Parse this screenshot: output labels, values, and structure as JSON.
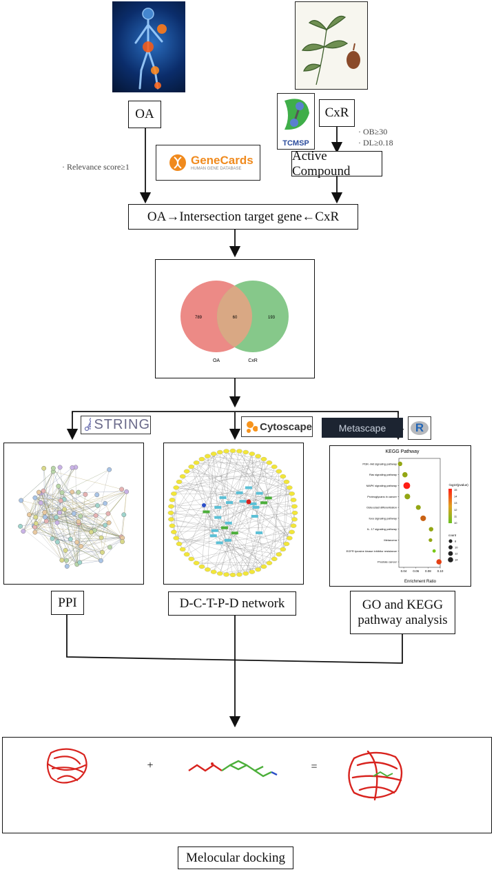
{
  "top": {
    "oa_label": "OA",
    "cxr_label": "CxR",
    "active_compound_label": "Active Compound",
    "relevance_note": "· Relevance score≥1",
    "ob_note": "· OB≥30",
    "dl_note": "· DL≥0.18",
    "intersection_label": "OA→Intersection target gene←CxR"
  },
  "logos": {
    "genecards_title": "GeneCards",
    "genecards_sub": "HUMAN GENE DATABASE",
    "tcmsp": "TCMSP",
    "string": "STRING",
    "cytoscape": "Cytoscape",
    "metascape": "Metascape",
    "r": "R"
  },
  "venn": {
    "left_count": "789",
    "overlap_count": "60",
    "right_count": "193",
    "left_label": "OA",
    "right_label": "CxR",
    "colors": {
      "left": "#ec8a86",
      "right": "#86c88a",
      "overlap": "#d9a884"
    }
  },
  "chart_data": {
    "type": "scatter",
    "title": "KEGG Pathway",
    "xlabel": "Enrichment Ratio",
    "x_ticks": [
      "0.04",
      "0.06",
      "0.08",
      "0.10"
    ],
    "categories": [
      "PI3K- Akt signaling pathway",
      "Ras signaling pathway",
      "MAPK signaling pathway",
      "Proteoglycans in cancer",
      "Osteoclast differentiation",
      "foxo signaling pathway",
      "IL- 17 signaling pathway",
      "Melanoma",
      "EGFR tyrosine kinase inhibitor resistance",
      "Prostate cancer"
    ],
    "x": [
      0.034,
      0.042,
      0.045,
      0.046,
      0.064,
      0.072,
      0.085,
      0.084,
      0.09,
      0.098
    ],
    "size": [
      8,
      10,
      14,
      11,
      9,
      11,
      8,
      6,
      5,
      10
    ],
    "neglog10p": [
      11,
      11,
      15,
      11,
      11,
      13,
      11,
      11,
      10,
      14
    ],
    "color_legend_title": "-log10(pvalue)",
    "color_legend_values": [
      "15",
      "14",
      "13",
      "12",
      "11",
      "10"
    ],
    "size_legend_title": "count",
    "size_legend_values": [
      "8",
      "10",
      "12",
      "14"
    ]
  },
  "bottom": {
    "ppi_label": "PPI",
    "network_label": "D-C-T-P-D network",
    "go_kegg_line1": "GO and KEGG",
    "go_kegg_line2": "pathway analysis",
    "plus": "+",
    "equals": "=",
    "docking_label": "Melocular docking"
  }
}
